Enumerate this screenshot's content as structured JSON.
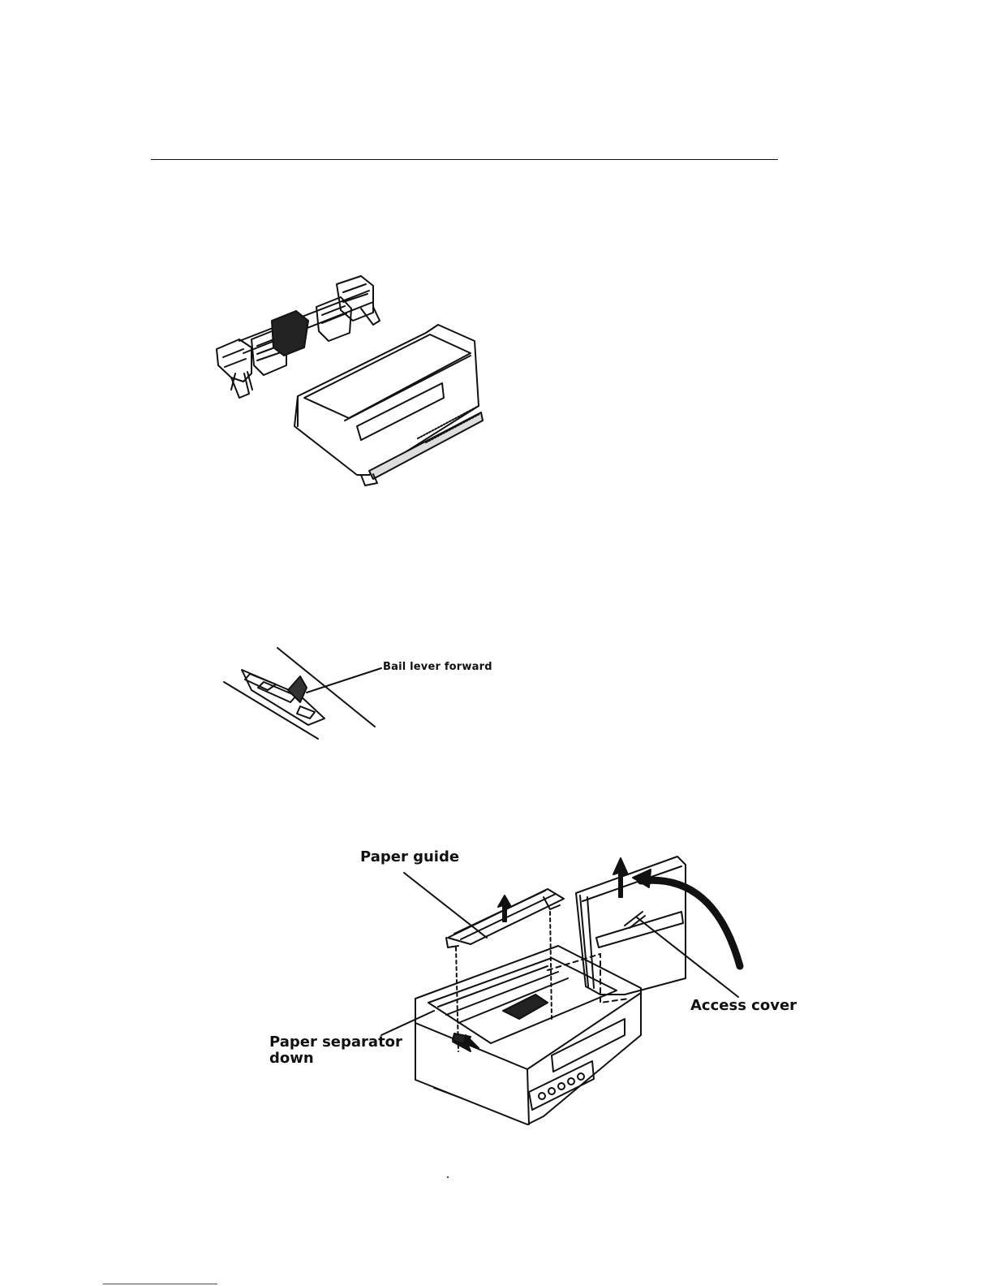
{
  "figures": {
    "tractor_unit": {
      "icon": "tractor-feed-unit-illustration"
    },
    "bail_lever": {
      "icon": "bail-lever-illustration",
      "label": "Bail lever forward"
    },
    "printer_assembly": {
      "icon": "printer-assembly-illustration",
      "paper_guide_label": "Paper guide",
      "access_cover_label": "Access cover",
      "paper_separator_label_line1": "Paper separator",
      "paper_separator_label_line2": "down"
    }
  }
}
